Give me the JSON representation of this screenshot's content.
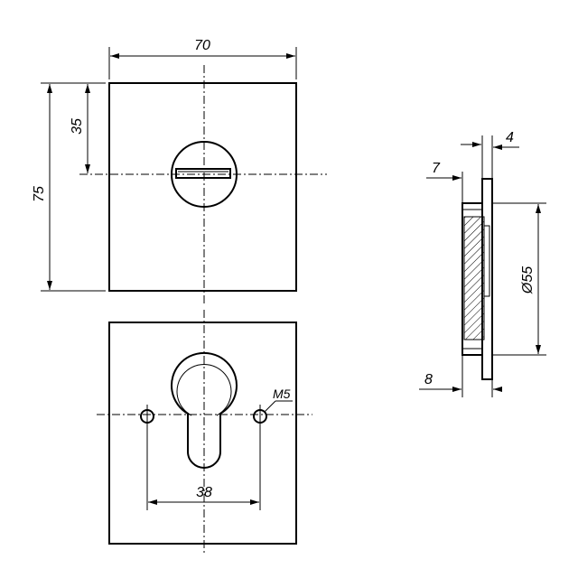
{
  "dimensions": {
    "plate_width": "70",
    "plate_height": "75",
    "center_height": "35",
    "hole_spacing": "38",
    "thread": "M5",
    "rosette_thickness": "4",
    "backplate_offset": "7",
    "diameter": "Ø55",
    "total_depth": "8"
  }
}
